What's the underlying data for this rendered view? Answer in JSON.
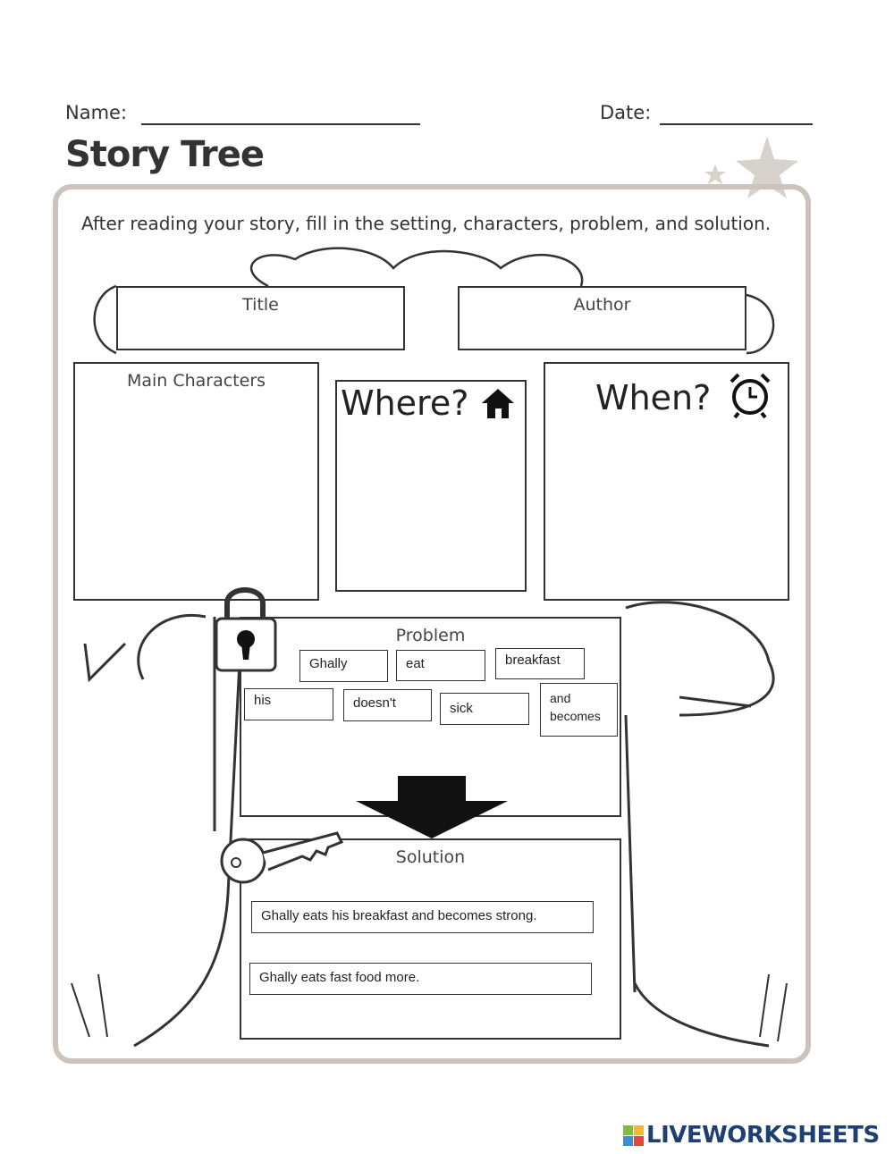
{
  "header": {
    "name_label": "Name:",
    "date_label": "Date:",
    "title": "Story Tree"
  },
  "instructions": "After reading your story, fill in the setting, characters, problem, and solution.",
  "boxes": {
    "title": "Title",
    "author": "Author",
    "main_characters": "Main Characters",
    "where": "Where?",
    "when": "When?",
    "problem": "Problem",
    "solution": "Solution"
  },
  "problem_words": [
    "Ghally",
    "eat",
    "breakfast",
    "his",
    "doesn't",
    "sick",
    "and becomes"
  ],
  "solution_options": [
    "Ghally eats his breakfast and becomes strong.",
    "Ghally eats fast food more."
  ],
  "footer": {
    "logo_text": "LIVEWORKSHEETS",
    "logo_color": "#1d3f73"
  },
  "icons": [
    "star-icon",
    "house-icon",
    "alarm-clock-icon",
    "padlock-icon",
    "key-icon",
    "down-arrow-icon"
  ]
}
